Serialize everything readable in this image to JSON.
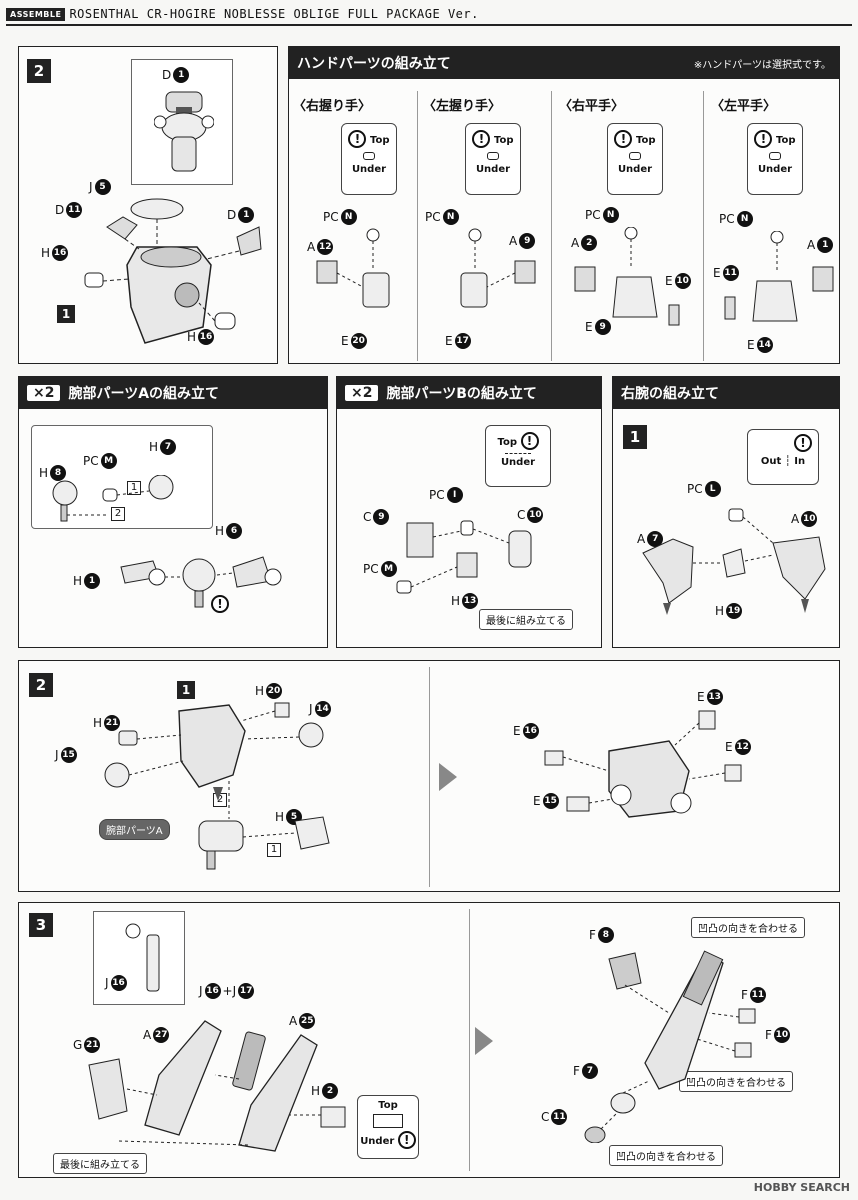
{
  "header": {
    "tag": "ASSEMBLE",
    "title": "ROSENTHAL CR-HOGIRE NOBLESSE OBLIGE FULL PACKAGE Ver."
  },
  "panel_step2_top": {
    "step": "2",
    "labels": {
      "d1_top": "D",
      "d1_top_n": "1",
      "j5": "J",
      "j5_n": "5",
      "d11": "D",
      "d11_n": "11",
      "d1": "D",
      "d1_n": "1",
      "h16a": "H",
      "h16a_n": "16",
      "h16b": "H",
      "h16b_n": "16",
      "part1": "1"
    }
  },
  "hand_parts": {
    "title": "ハンドパーツの組み立て",
    "note": "※ハンドパーツは選択式です。",
    "columns": [
      {
        "heading": "〈右握り手〉",
        "top": "Top",
        "under": "Under",
        "pc": "PC",
        "pc_n": "N",
        "a": "A",
        "a_n": "12",
        "e": "E",
        "e_n": "20"
      },
      {
        "heading": "〈左握り手〉",
        "top": "Top",
        "under": "Under",
        "pc": "PC",
        "pc_n": "N",
        "a": "A",
        "a_n": "9",
        "e": "E",
        "e_n": "17"
      },
      {
        "heading": "〈右平手〉",
        "top": "Top",
        "under": "Under",
        "pc": "PC",
        "pc_n": "N",
        "a": "A",
        "a_n": "2",
        "e": "E",
        "e_n": "9",
        "e2": "E",
        "e2_n": "10"
      },
      {
        "heading": "〈左平手〉",
        "top": "Top",
        "under": "Under",
        "pc": "PC",
        "pc_n": "N",
        "a": "A",
        "a_n": "1",
        "e": "E",
        "e_n": "14",
        "e2": "E",
        "e2_n": "11"
      }
    ]
  },
  "arm_a": {
    "x2": "×2",
    "title": "腕部パーツAの組み立て",
    "labels": {
      "h8": "H",
      "h8_n": "8",
      "pc": "PC",
      "pc_n": "M",
      "h7": "H",
      "h7_n": "7",
      "h6": "H",
      "h6_n": "6",
      "h1": "H",
      "h1_n": "1",
      "s1": "1",
      "s2": "2"
    }
  },
  "arm_b": {
    "x2": "×2",
    "title": "腕部パーツBの組み立て",
    "top": "Top",
    "under": "Under",
    "labels": {
      "pc_i": "PC",
      "pc_i_n": "I",
      "c9": "C",
      "c9_n": "9",
      "c10": "C",
      "c10_n": "10",
      "pc_m": "PC",
      "pc_m_n": "M",
      "h13": "H",
      "h13_n": "13"
    },
    "last": "最後に組み立てる"
  },
  "right_arm": {
    "title": "右腕の組み立て",
    "step": "1",
    "out": "Out",
    "in": "In",
    "labels": {
      "pc": "PC",
      "pc_n": "L",
      "a7": "A",
      "a7_n": "7",
      "a10": "A",
      "a10_n": "10",
      "h19": "H",
      "h19_n": "19"
    }
  },
  "step2_mid": {
    "step": "2",
    "labels": {
      "p1": "1",
      "h20": "H",
      "h20_n": "20",
      "j14": "J",
      "j14_n": "14",
      "h21": "H",
      "h21_n": "21",
      "j15": "J",
      "j15_n": "15",
      "s2": "2",
      "arm_a": "腕部パーツA",
      "h5": "H",
      "h5_n": "5",
      "s1": "1",
      "e13": "E",
      "e13_n": "13",
      "e16": "E",
      "e16_n": "16",
      "e12": "E",
      "e12_n": "12",
      "e15": "E",
      "e15_n": "15"
    }
  },
  "step3": {
    "step": "3",
    "labels": {
      "j16": "J",
      "j16_n": "16",
      "j16b": "J",
      "j16b_n": "16",
      "plus": "+J",
      "j17_n": "17",
      "a27": "A",
      "a27_n": "27",
      "a25": "A",
      "a25_n": "25",
      "g21": "G",
      "g21_n": "21",
      "h2": "H",
      "h2_n": "2",
      "top": "Top",
      "under": "Under",
      "last": "最後に組み立てる",
      "f8": "F",
      "f8_n": "8",
      "f11": "F",
      "f11_n": "11",
      "f10": "F",
      "f10_n": "10",
      "f7": "F",
      "f7_n": "7",
      "c11": "C",
      "c11_n": "11"
    },
    "align1": "凹凸の向きを合わせる",
    "align2": "凹凸の向きを合わせる",
    "align3": "凹凸の向きを合わせる"
  },
  "footer": "HOBBY SEARCH"
}
